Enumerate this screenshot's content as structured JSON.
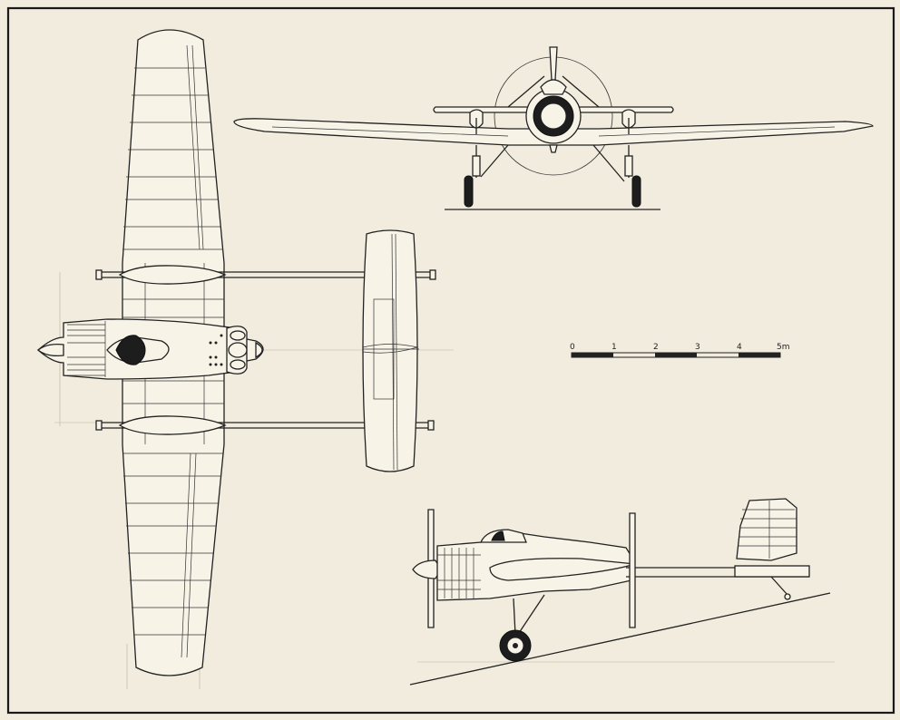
{
  "scale_bar": {
    "ticks": [
      "0",
      "1",
      "2",
      "3",
      "4",
      "5m"
    ]
  },
  "colors": {
    "paper": "#f1ecdd",
    "ink": "#222222",
    "frame": "#1a1a1a"
  }
}
